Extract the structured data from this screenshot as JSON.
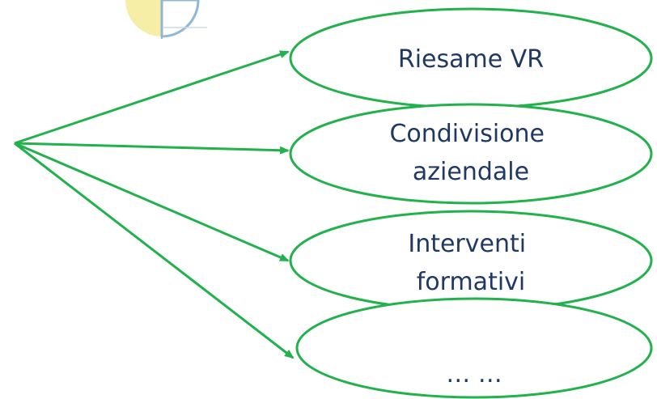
{
  "colors": {
    "arrow": "#22b14c",
    "node_border": "#22b14c",
    "text": "#1f3864",
    "logo_yellow": "#f6eda6",
    "logo_blue": "#8fb7d6"
  },
  "logo": {
    "icon": "partial-logo-icon"
  },
  "nodes": [
    {
      "lines": [
        "Riesame VR"
      ]
    },
    {
      "lines": [
        "Condivisione",
        "aziendale"
      ]
    },
    {
      "lines": [
        "Interventi",
        "formativi"
      ]
    },
    {
      "lines": [
        "… …"
      ]
    }
  ]
}
